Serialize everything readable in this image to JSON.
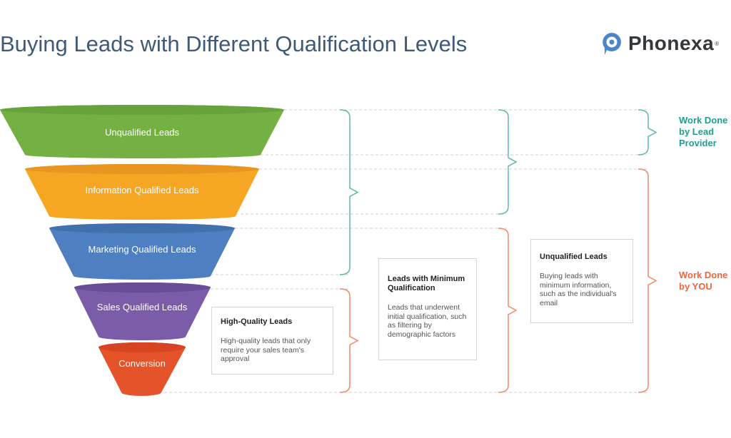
{
  "title": "Buying Leads with Different Qualification Levels",
  "logo": {
    "text": "Phonexa",
    "mark": "®",
    "color": "#4a86c8"
  },
  "funnel": [
    {
      "label": "Unqualified Leads",
      "color": "#74b043",
      "top_color": "#68a23a"
    },
    {
      "label": "Information Qualified Leads",
      "color": "#f5a623",
      "top_color": "#e8961f"
    },
    {
      "label": "Marketing Qualified Leads",
      "color": "#4e7fc1",
      "top_color": "#4170ac"
    },
    {
      "label": "Sales Qualified Leads",
      "color": "#7a5ca8",
      "top_color": "#684c96"
    },
    {
      "label": "Conversion",
      "color": "#e5532a",
      "top_color": "#d74422"
    }
  ],
  "boxes": [
    {
      "title": "High-Quality Leads",
      "body": "High-quality leads that only require your sales team's approval"
    },
    {
      "title": "Leads with Minimum Qualification",
      "body": "Leads that underwent initial qualification, such as filtering by demographic factors"
    },
    {
      "title": "Unqualified Leads",
      "body": "Buying leads with minimum information, such as the individual's email"
    }
  ],
  "side_labels": {
    "provider": "Work Done by Lead Provider",
    "you": "Work Done by YOU"
  },
  "colors": {
    "teal": "#1f9e8c",
    "orange": "#f0643a",
    "bracket_teal": "#5fb8ad",
    "bracket_orange": "#f2896a"
  }
}
